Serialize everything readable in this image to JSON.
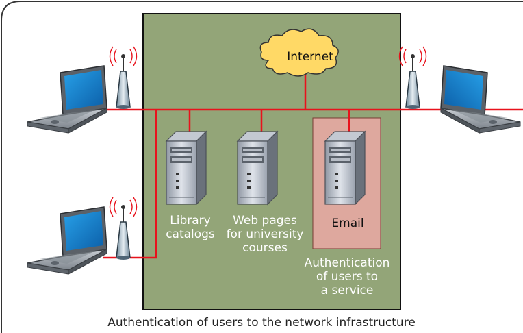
{
  "colors": {
    "network_area": "#93a578",
    "service_area": "#dea89e",
    "cable": "#e8121c",
    "cloud": "#ffd966"
  },
  "labels": {
    "internet": "Internet",
    "email": "Email",
    "library": [
      "Library",
      "catalogs"
    ],
    "webpages": [
      "Web pages",
      "for university",
      "courses"
    ],
    "service_auth": [
      "Authentication",
      "of users to",
      "a service"
    ],
    "caption": "Authentication of users to the network infrastructure"
  },
  "icons": [
    "laptop-icon",
    "wireless-access-point-icon",
    "server-icon",
    "cloud-icon",
    "wifi-signal-icon"
  ]
}
